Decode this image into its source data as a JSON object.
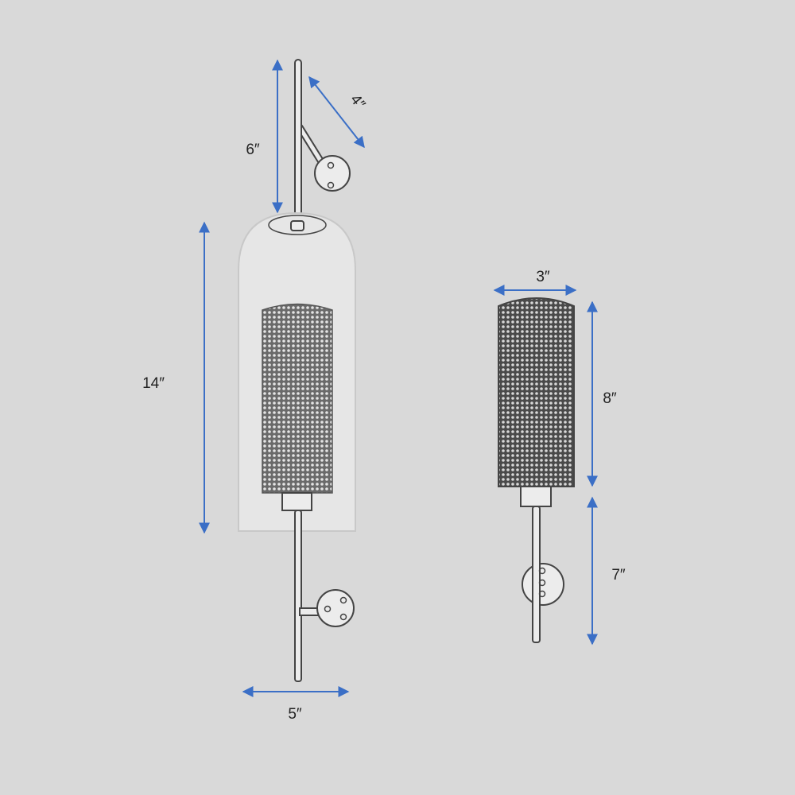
{
  "colors": {
    "background": "#d9d9d9",
    "dimension_line": "#3b6fc6",
    "outline": "#444444",
    "mesh": "#3a3a3a"
  },
  "full_lamp": {
    "dimensions": {
      "rod_top_height": "6″",
      "arm_length": "4″",
      "shade_height": "14″",
      "shade_width": "5″"
    }
  },
  "mesh_insert": {
    "dimensions": {
      "width": "3″",
      "height": "8″",
      "rod_height": "7″"
    }
  }
}
